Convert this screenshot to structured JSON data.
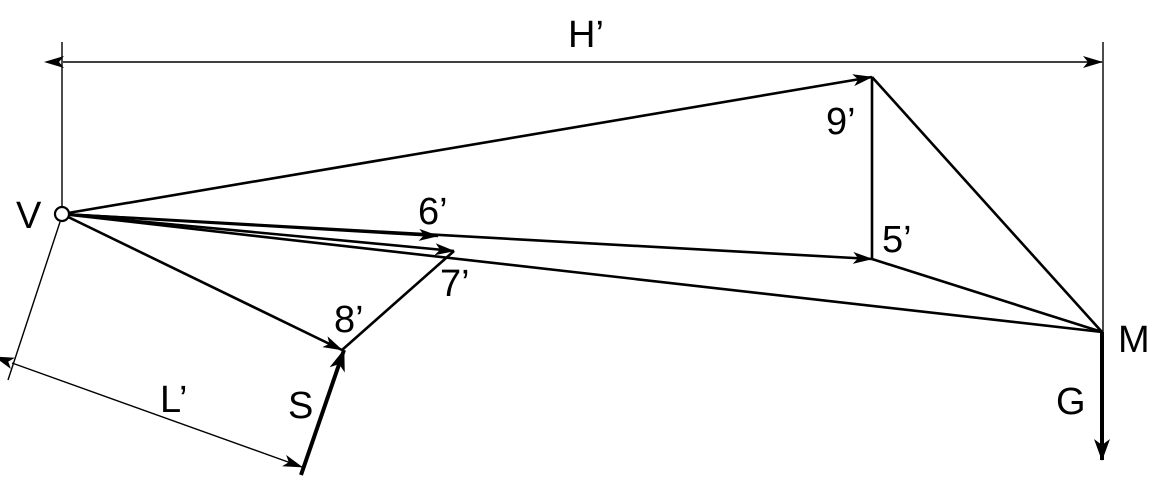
{
  "labels": {
    "h": "H’",
    "v": "V",
    "m": "M",
    "g": "G",
    "s": "S",
    "l": "L’",
    "n5": "5’",
    "n6": "6’",
    "n7": "7’",
    "n8": "8’",
    "n9": "9’"
  },
  "colors": {
    "stroke": "#000000",
    "background": "#ffffff"
  }
}
